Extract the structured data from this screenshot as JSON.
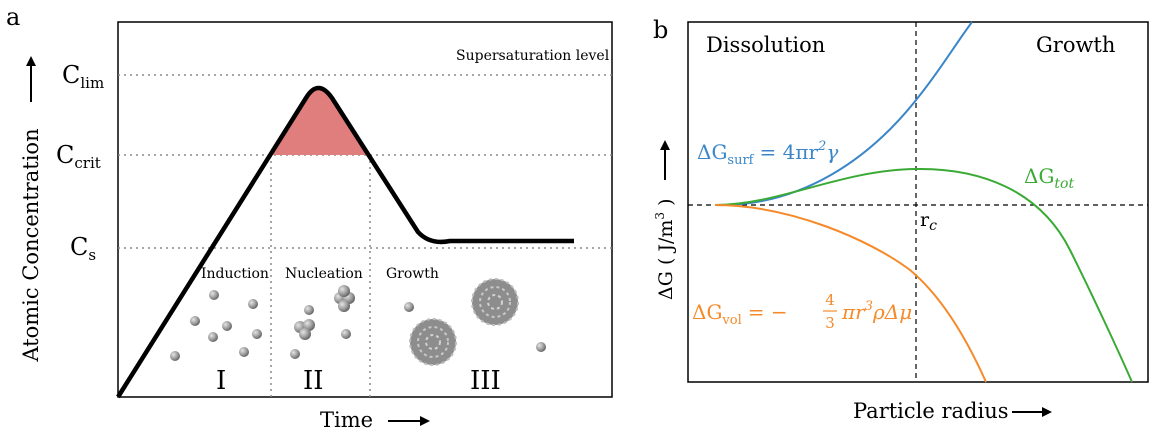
{
  "panel_a": {
    "label": "a",
    "ylabel": "Atomic Concentration",
    "xlabel": "Time",
    "levels": {
      "lim_base": "C",
      "lim_sub": "lim",
      "crit_base": "C",
      "crit_sub": "crit",
      "s_base": "C",
      "s_sub": "s"
    },
    "supersaturation_label": "Supersaturation level",
    "stage_names": [
      "Induction",
      "Nucleation",
      "Growth"
    ],
    "stage_numerals": [
      "I",
      "II",
      "III"
    ],
    "colors": {
      "curve": "#000000",
      "nucleation_fill": "#e07d7d",
      "grid": "#888888",
      "particle": "#9a9a9a"
    }
  },
  "panel_b": {
    "label": "b",
    "ylabel_main": "ΔG ( J/m",
    "ylabel_sup": "3",
    "ylabel_end": " )",
    "xlabel": "Particle radius",
    "region_left": "Dissolution",
    "region_right": "Growth",
    "rc_base": "r",
    "rc_sub": "c",
    "surf": {
      "delta": "ΔG",
      "sub": "surf",
      "eq": "= 4πr",
      "sup": "2",
      "tail": "γ",
      "color": "#3a86c8"
    },
    "tot": {
      "delta": "ΔG",
      "sub": "tot",
      "color": "#3aaa35"
    },
    "vol": {
      "delta": "ΔG",
      "sub": "vol",
      "eq": "= −",
      "num": "4",
      "den": "3",
      "tail1": "πr",
      "sup": "3",
      "tail2": "ρΔμ",
      "color": "#f58a2a"
    }
  }
}
